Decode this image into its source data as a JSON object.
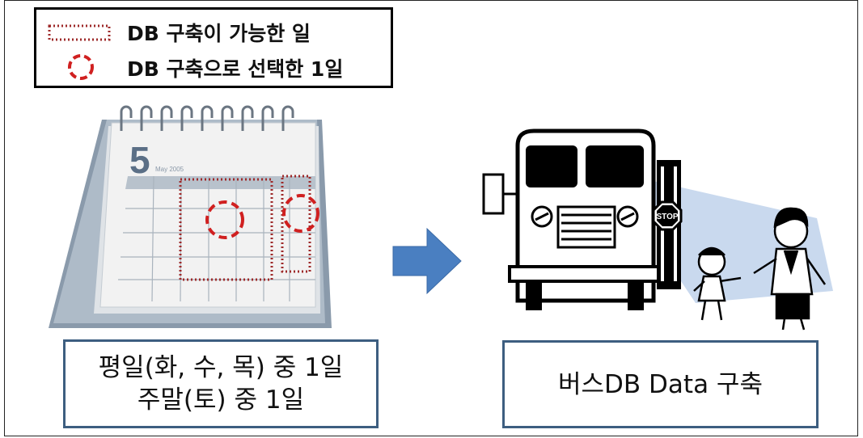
{
  "legend": {
    "possible_label": "DB 구축이 가능한 일",
    "selected_label": "DB 구축으로 선택한 1일"
  },
  "calendar": {
    "month_number": "5",
    "month_text": "May 2005"
  },
  "bus": {
    "stop_sign_text": "STOP"
  },
  "captions": {
    "left_line1": "평일(화, 수, 목) 중 1일",
    "left_line2": "주말(토) 중 1일",
    "right": "버스DB Data 구축"
  },
  "colors": {
    "possible_border": "#9e2a2a",
    "selected_circle": "#d02020",
    "arrow": "#4a7fc1",
    "caption_border": "#3d5e80",
    "calendar_header": "#b8c2cc"
  }
}
